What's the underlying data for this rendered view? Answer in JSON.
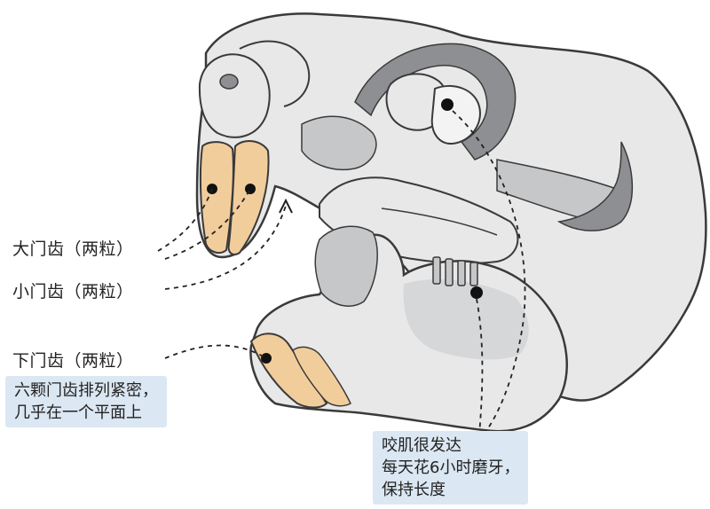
{
  "labels": {
    "upper_large_incisors": "大门齿（两粒）",
    "upper_small_incisors": "小门齿（两粒）",
    "lower_incisors": "下门齿（两粒）"
  },
  "notes": {
    "incisors": [
      "六颗门齿排列紧密，",
      "几乎在一个平面上"
    ],
    "masseter": [
      "咬肌很发达",
      "每天花6小时磨牙，",
      "保持长度"
    ]
  },
  "colors": {
    "bone": "#e8e8e9",
    "bone_shade": "#c6c7c9",
    "bone_dark": "#8e8f92",
    "outline": "#3a3a3a",
    "tooth": "#f2cd9c",
    "note_bg": "#dbe7f2"
  }
}
